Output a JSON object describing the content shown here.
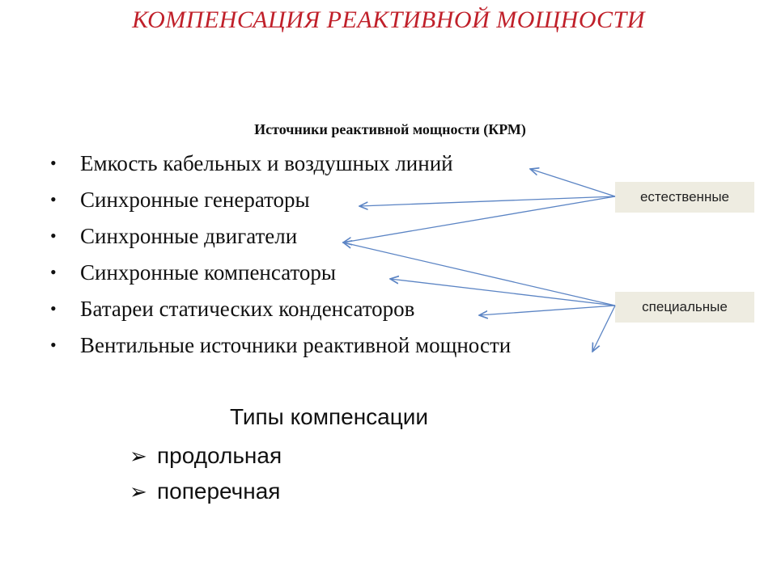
{
  "slide": {
    "title": "КОМПЕНСАЦИЯ  РЕАКТИВНОЙ  МОЩНОСТИ",
    "subtitle": "Источники реактивной мощности (КРМ)",
    "sources": [
      "Емкость кабельных и воздушных линий",
      "Синхронные генераторы",
      "Синхронные двигатели",
      "Синхронные компенсаторы",
      "Батареи статических конденсаторов",
      "Вентильные источники реактивной мощности"
    ],
    "categories": {
      "natural": "естественные",
      "special": "специальные"
    },
    "types_title": "Типы компенсации",
    "types": [
      "продольная",
      "поперечная"
    ]
  },
  "colors": {
    "title": "#c0202a",
    "arrow": "#5b84c4",
    "tag_background": "#eeece1"
  },
  "icons": {
    "list_bullet": "bullet-dot-icon",
    "type_bullet": "checkmark-arrow-icon"
  }
}
